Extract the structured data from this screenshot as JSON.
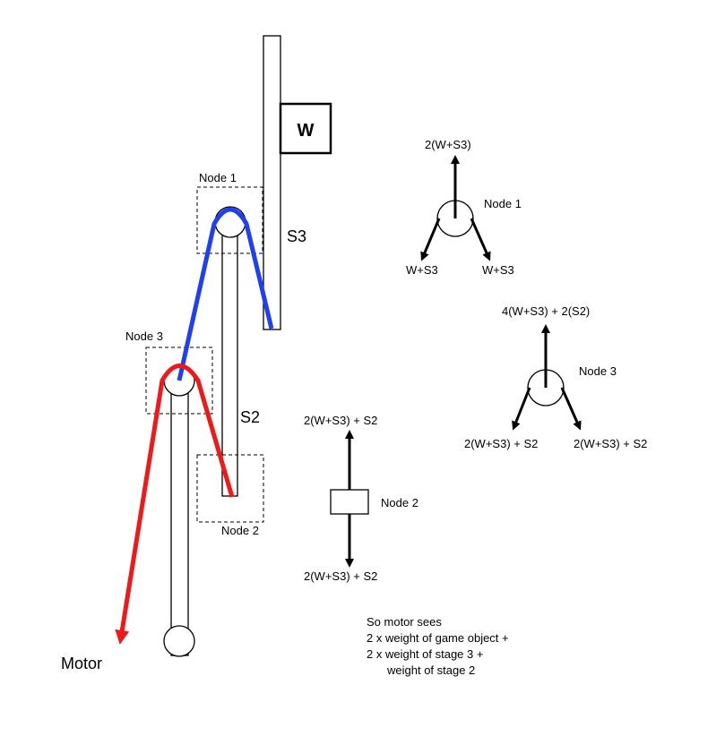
{
  "colors": {
    "blue_rope": "#1f3ff5",
    "red_rope": "#f01818",
    "line": "#000000"
  },
  "labels": {
    "weight": "W",
    "stage3": "S3",
    "stage2": "S2",
    "node1": "Node 1",
    "node2": "Node 2",
    "node3": "Node 3",
    "motor": "Motor"
  },
  "node1_fbd": {
    "label": "Node 1",
    "up": "2(W+S3)",
    "down_left": "W+S3",
    "down_right": "W+S3"
  },
  "node3_fbd": {
    "label": "Node 3",
    "up": "4(W+S3) + 2(S2)",
    "down_left": "2(W+S3) + S2",
    "down_right": "2(W+S3) + S2"
  },
  "node2_fbd": {
    "label": "Node 2",
    "up": "2(W+S3) + S2",
    "down": "2(W+S3) + S2"
  },
  "conclusion": {
    "line1": "So motor sees",
    "line2": "2 x weight of game object +",
    "line3": "2 x weight of stage 3 +",
    "line4": "weight of stage 2"
  }
}
